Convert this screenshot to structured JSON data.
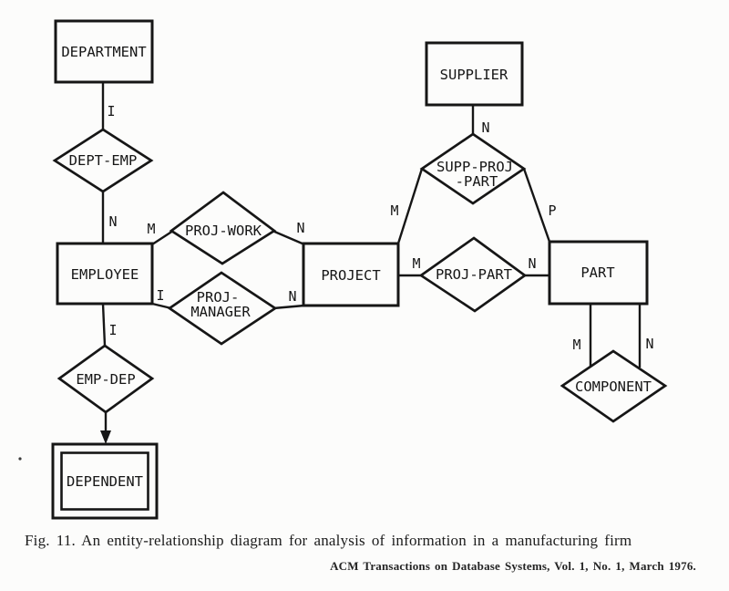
{
  "colors": {
    "ink": "#161616",
    "paper": "#fcfcfb"
  },
  "figure": {
    "entities": {
      "department": "DEPARTMENT",
      "supplier": "SUPPLIER",
      "employee": "EMPLOYEE",
      "project": "PROJECT",
      "part": "PART",
      "dependent": "DEPENDENT"
    },
    "relationships": {
      "dept_emp": "DEPT-EMP",
      "proj_work": "PROJ-WORK",
      "proj_manager_line1": "PROJ-",
      "proj_manager_line2": "MANAGER",
      "supp_proj_part_line1": "SUPP-PROJ",
      "supp_proj_part_line2": "-PART",
      "proj_part": "PROJ-PART",
      "emp_dep": "EMP-DEP",
      "component": "COMPONENT"
    },
    "cardinalities": {
      "department_dept_emp": "I",
      "dept_emp_employee": "N",
      "employee_proj_work": "M",
      "proj_work_project": "N",
      "employee_proj_manager": "I",
      "proj_manager_project": "N",
      "employee_emp_dep": "I",
      "supplier_supp_proj_part": "N",
      "project_supp_proj_part": "M",
      "supp_proj_part_part": "P",
      "project_proj_part": "M",
      "proj_part_part": "N",
      "part_component_left": "M",
      "part_component_right": "N"
    }
  },
  "caption": {
    "figure_text": "Fig. 11. An entity-relationship diagram for analysis of information in a manufacturing firm",
    "journal_text": "ACM Transactions on Database Systems, Vol. 1, No. 1, March 1976."
  }
}
